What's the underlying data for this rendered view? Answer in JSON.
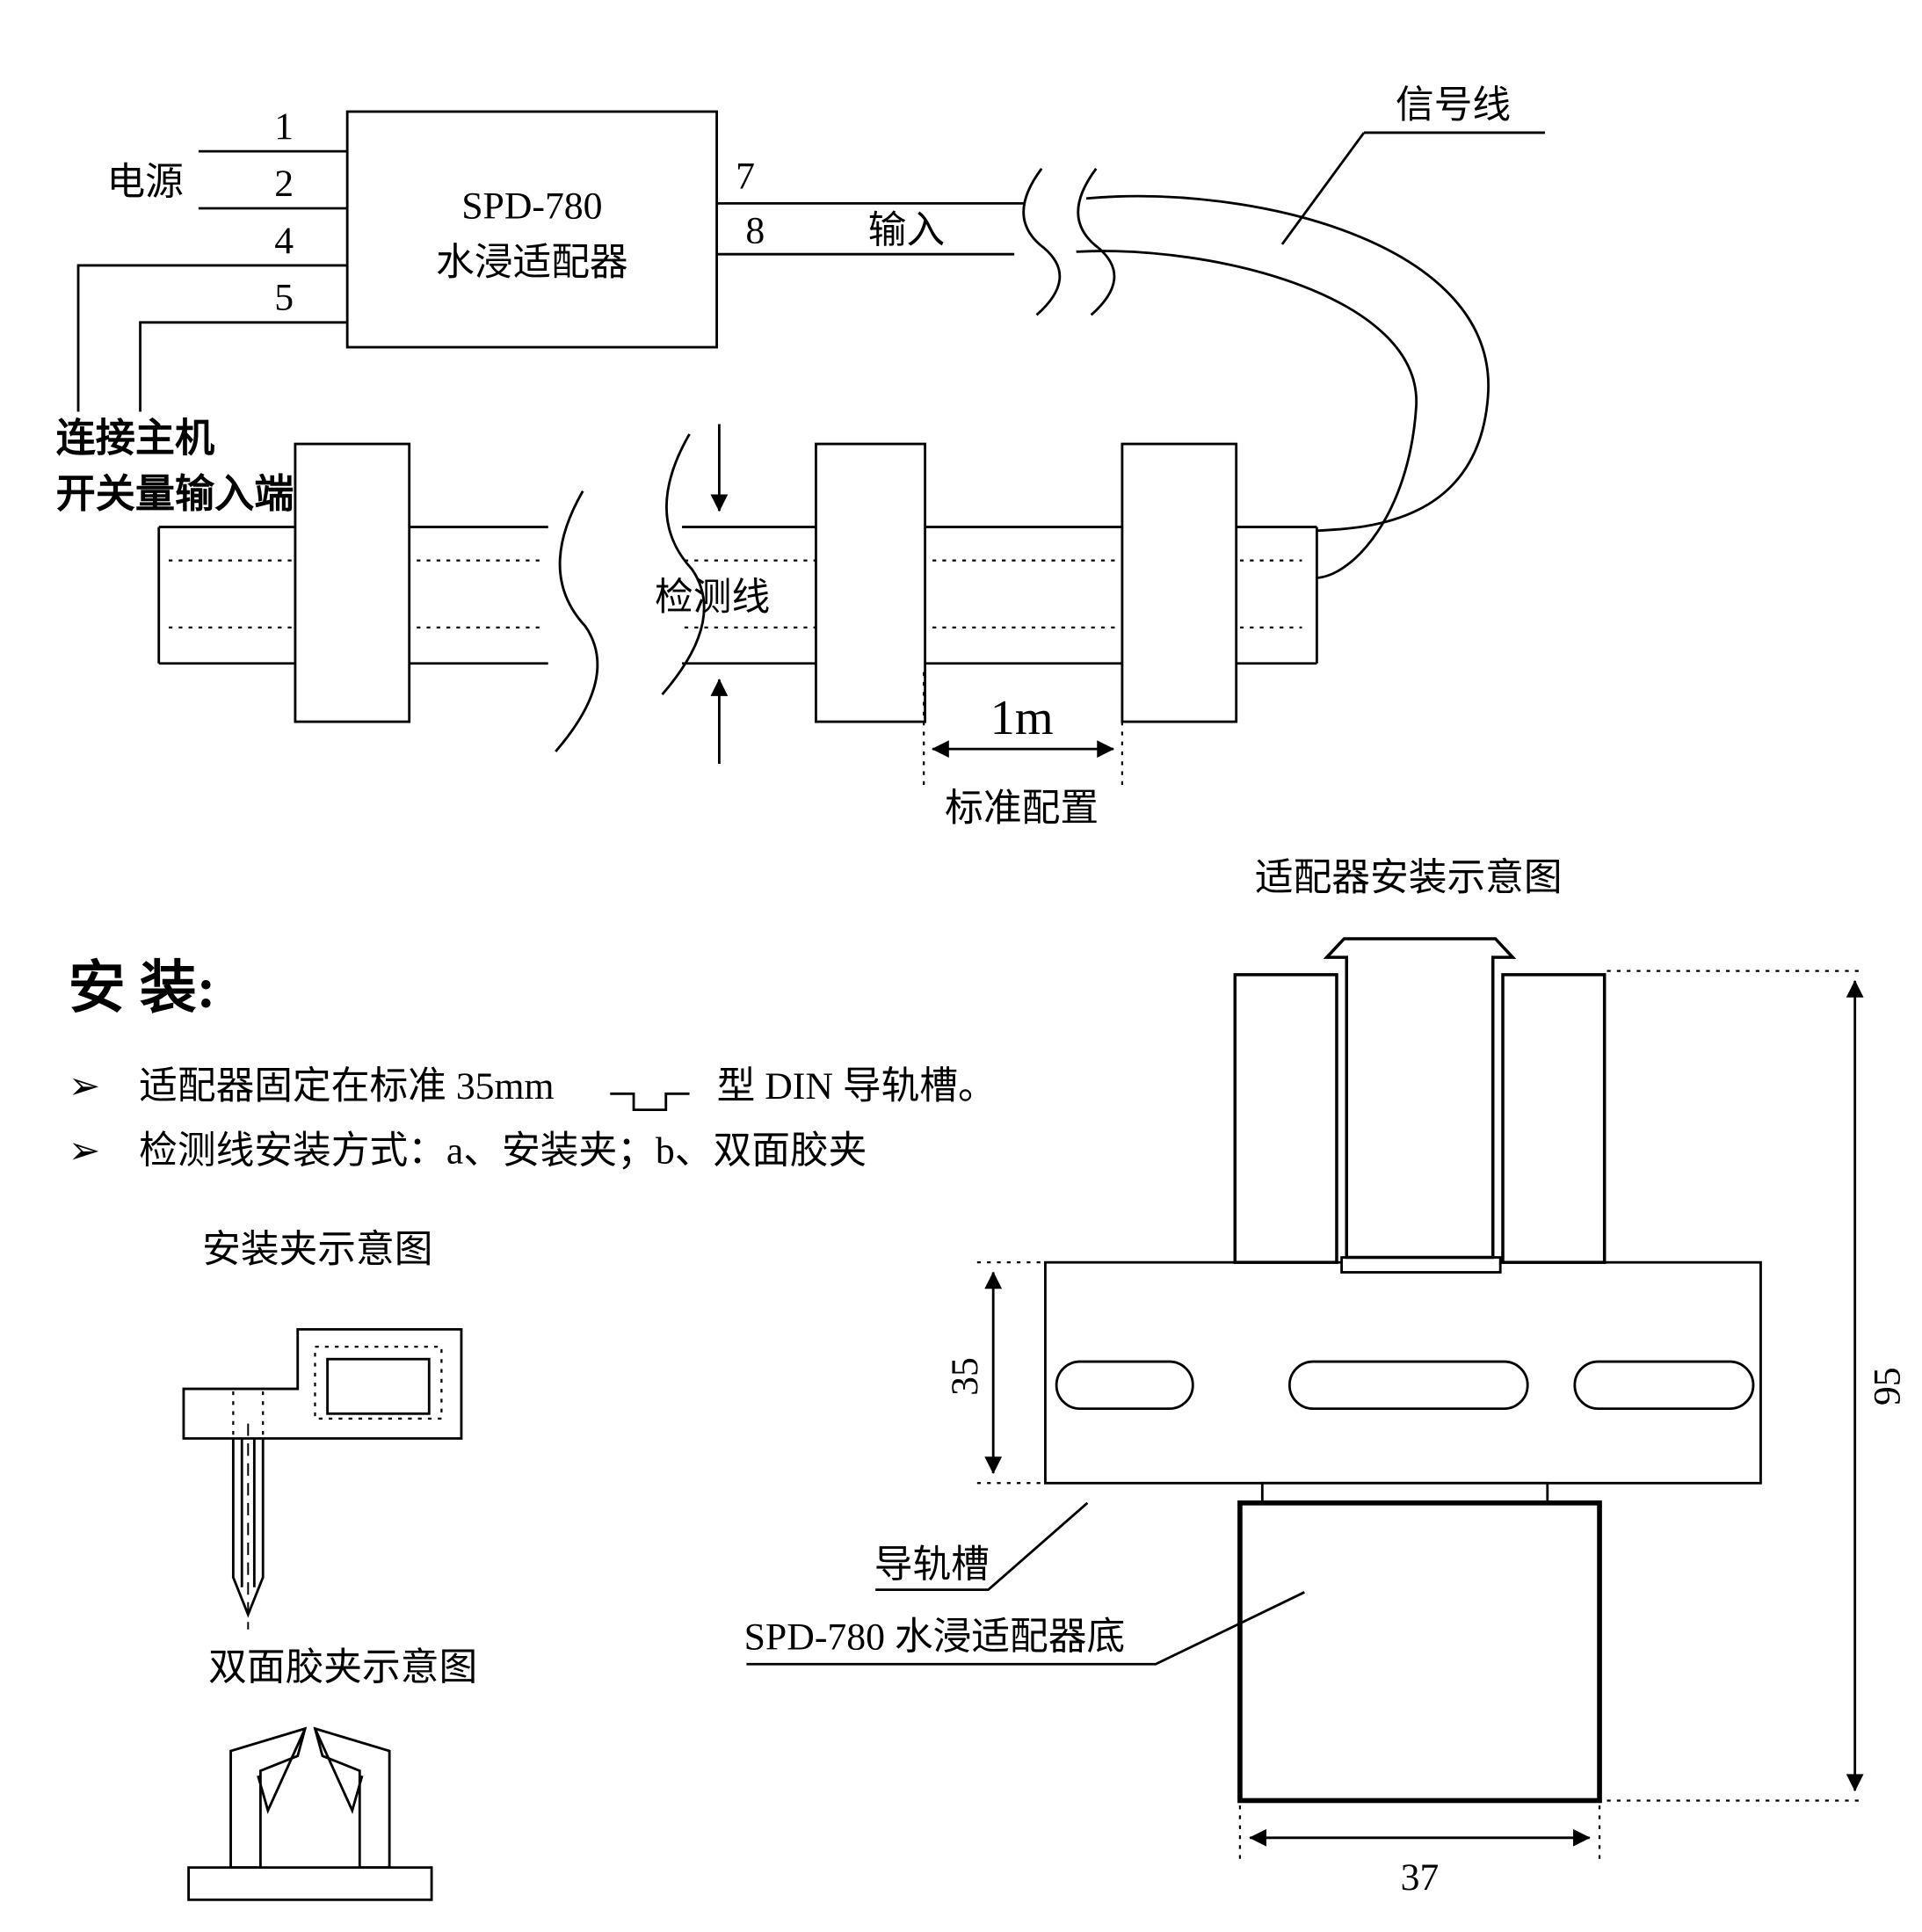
{
  "page": {
    "background": "#ffffff",
    "ink": "#000000"
  },
  "wiring_diagram": {
    "adapter": {
      "model": "SPD-780",
      "name": "水浸适配器"
    },
    "terminals_left": [
      "1",
      "2",
      "4",
      "5"
    ],
    "terminals_right": [
      "7",
      "8"
    ],
    "power_label": "电源",
    "host_label_line1": "连接主机",
    "host_label_line2": "开关量输入端",
    "input_label": "输入",
    "signal_wire_label": "信号线",
    "sensor_cable_label": "检测线",
    "clamp_spacing_dimension": "1m",
    "clamp_spacing_caption": "标准配置"
  },
  "installation": {
    "heading": "安 装:",
    "bullet_marker": "➢",
    "item1_before_symbol": "适配器固定在标准 35mm",
    "item1_after_symbol": "型 DIN 导轨槽。",
    "item2": "检测线安装方式：a、安装夹；b、双面胶夹",
    "clip_figure_caption": "安装夹示意图",
    "adhesive_figure_caption": "双面胶夹示意图"
  },
  "mounting_diagram": {
    "title": "适配器安装示意图",
    "rail_label": "导轨槽",
    "base_label": "SPD-780 水浸适配器底",
    "dim_rail_height": "35",
    "dim_total_height": "95",
    "dim_base_width": "37"
  }
}
